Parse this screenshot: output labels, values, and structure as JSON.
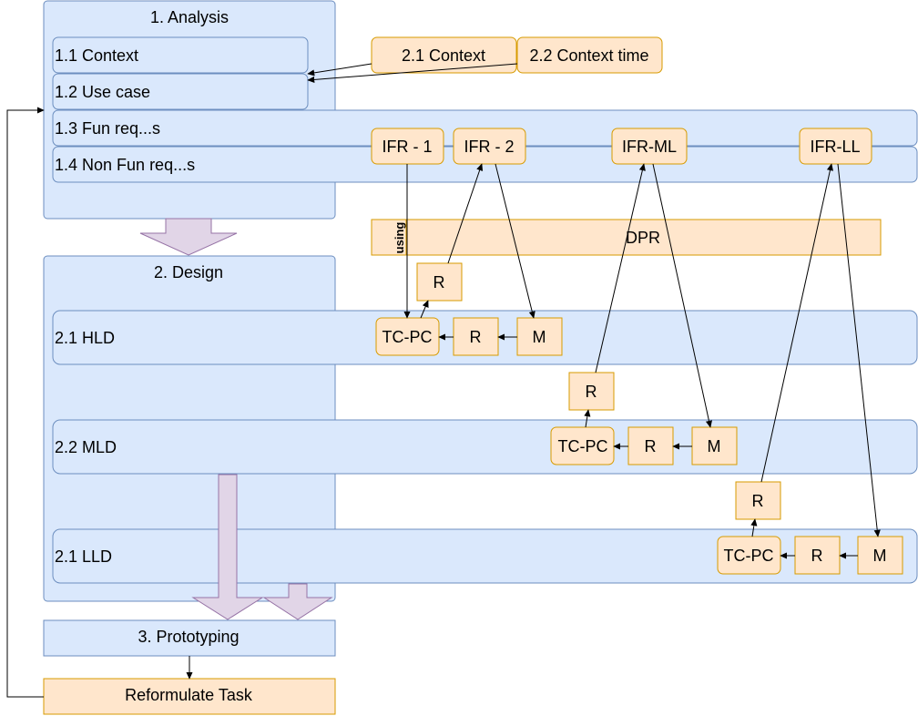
{
  "analysis": {
    "title": "1. Analysis",
    "context": "1.1 Context",
    "use_case": "1.2 Use case",
    "fun_reqs": "1.3 Fun req...s",
    "non_fun_reqs": "1.4 Non Fun req...s"
  },
  "context_items": {
    "context": "2.1 Context",
    "context_time": "2.2 Context time"
  },
  "requirements": {
    "ifr1": "IFR - 1",
    "ifr2": "IFR - 2",
    "ifr_ml": "IFR-ML",
    "ifr_ll": "IFR-LL"
  },
  "dpr": {
    "side_label": "using",
    "label": "DPR"
  },
  "design": {
    "title": "2. Design",
    "hld": "2.1 HLD",
    "mld": "2.2 MLD",
    "lld": "2.1 LLD"
  },
  "hld_nodes": {
    "r_top": "R",
    "tcpc": "TC-PC",
    "r": "R",
    "m": "M"
  },
  "mld_nodes": {
    "r_top": "R",
    "tcpc": "TC-PC",
    "r": "R",
    "m": "M"
  },
  "lld_nodes": {
    "r_top": "R",
    "tcpc": "TC-PC",
    "r": "R",
    "m": "M"
  },
  "prototyping": {
    "title": "3. Prototyping"
  },
  "reformulate": {
    "title": "Reformulate Task"
  },
  "colors": {
    "blue_fill": "#dae8fc",
    "blue_stroke": "#6c8ebf",
    "orange_fill": "#ffe6cc",
    "orange_stroke": "#d79b00",
    "purple_fill": "#e1d5e7",
    "purple_stroke": "#9673a6"
  }
}
